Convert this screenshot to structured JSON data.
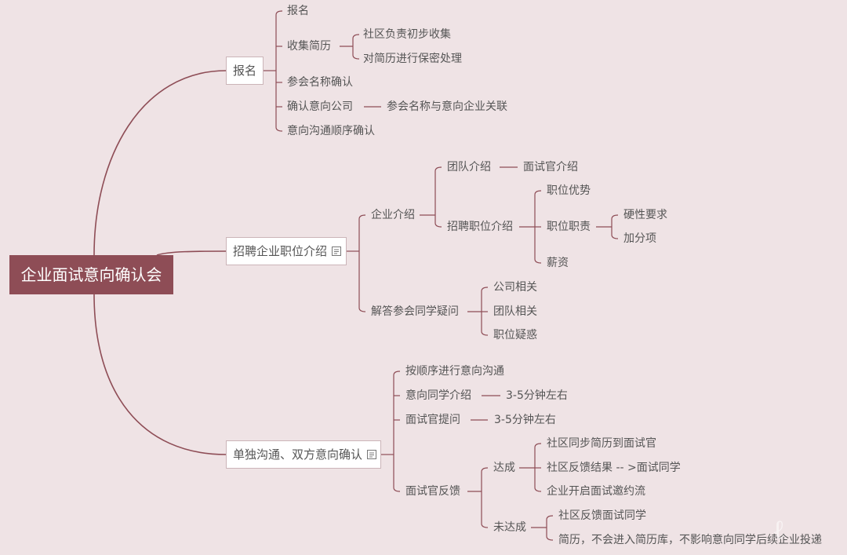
{
  "root": {
    "label": "企业面试意向确认会"
  },
  "branches": {
    "signup": {
      "label": "报名",
      "items": {
        "i1": "报名",
        "i2": "收集简历",
        "i2a": "社区负责初步收集",
        "i2b": "对简历进行保密处理",
        "i3": "参会名称确认",
        "i4": "确认意向公司",
        "i4a": "参会名称与意向企业关联",
        "i5": "意向沟通顺序确认"
      }
    },
    "intro": {
      "label": "招聘企业职位介绍",
      "items": {
        "company": "企业介绍",
        "team": "团队介绍",
        "interviewer": "面试官介绍",
        "job": "招聘职位介绍",
        "adv": "职位优势",
        "duty": "职位职责",
        "hard": "硬性要求",
        "bonus": "加分项",
        "salary": "薪资",
        "qa": "解答参会同学疑问",
        "qa1": "公司相关",
        "qa2": "团队相关",
        "qa3": "职位疑惑"
      }
    },
    "talk": {
      "label": "单独沟通、双方意向确认",
      "items": {
        "order": "按顺序进行意向沟通",
        "selfintro": "意向同学介绍",
        "selfintro_t": "3-5分钟左右",
        "ask": "面试官提问",
        "ask_t": "3-5分钟左右",
        "feedback": "面试官反馈",
        "ok": "达成",
        "ok1": "社区同步简历到面试官",
        "ok2": "社区反馈结果 -- >面试同学",
        "ok3": "企业开启面试邀约流",
        "no": "未达成",
        "no1": "社区反馈面试同学",
        "no2": "简历，不会进入简历库，不影响意向同学后续企业投递"
      }
    }
  },
  "colors": {
    "line": "#8e4d56",
    "root_bg": "#8e4d56",
    "bg": "#efe3e5"
  }
}
